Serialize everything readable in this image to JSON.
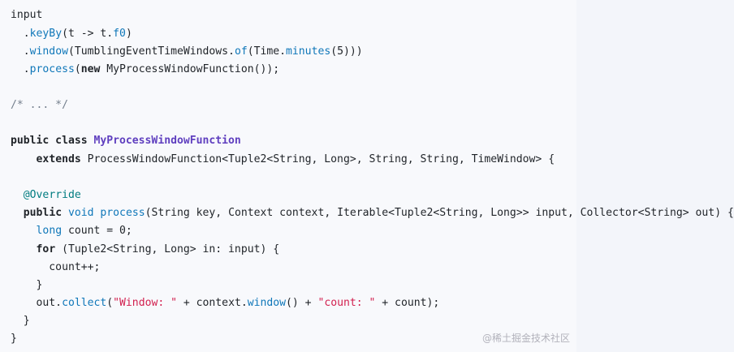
{
  "code": {
    "lines": [
      [
        {
          "t": "input",
          "c": "plain"
        }
      ],
      [
        {
          "t": "  .",
          "c": "plain"
        },
        {
          "t": "keyBy",
          "c": "fn"
        },
        {
          "t": "(t -> t.",
          "c": "plain"
        },
        {
          "t": "f0",
          "c": "fn"
        },
        {
          "t": ")",
          "c": "plain"
        }
      ],
      [
        {
          "t": "  .",
          "c": "plain"
        },
        {
          "t": "window",
          "c": "fn"
        },
        {
          "t": "(TumblingEventTimeWindows.",
          "c": "plain"
        },
        {
          "t": "of",
          "c": "fn"
        },
        {
          "t": "(Time.",
          "c": "plain"
        },
        {
          "t": "minutes",
          "c": "fn"
        },
        {
          "t": "(5)))",
          "c": "plain"
        }
      ],
      [
        {
          "t": "  .",
          "c": "plain"
        },
        {
          "t": "process",
          "c": "fn"
        },
        {
          "t": "(",
          "c": "plain"
        },
        {
          "t": "new",
          "c": "kw"
        },
        {
          "t": " MyProcessWindowFunction());",
          "c": "plain"
        }
      ],
      [],
      [
        {
          "t": "/* ... */",
          "c": "cmt"
        }
      ],
      [],
      [
        {
          "t": "public class ",
          "c": "kw"
        },
        {
          "t": "MyProcessWindowFunction",
          "c": "cls"
        }
      ],
      [
        {
          "t": "    ",
          "c": "plain"
        },
        {
          "t": "extends",
          "c": "kw"
        },
        {
          "t": " ProcessWindowFunction<Tuple2<String, Long>, String, String, TimeWindow> {",
          "c": "plain"
        }
      ],
      [],
      [
        {
          "t": "  ",
          "c": "plain"
        },
        {
          "t": "@Override",
          "c": "ann"
        }
      ],
      [
        {
          "t": "  ",
          "c": "plain"
        },
        {
          "t": "public ",
          "c": "kw"
        },
        {
          "t": "void",
          "c": "type"
        },
        {
          "t": " ",
          "c": "plain"
        },
        {
          "t": "process",
          "c": "fn"
        },
        {
          "t": "(String key, Context context, Iterable<Tuple2<String, Long>> input, Collector<String> out) {",
          "c": "plain"
        }
      ],
      [
        {
          "t": "    ",
          "c": "plain"
        },
        {
          "t": "long",
          "c": "type"
        },
        {
          "t": " count = 0;",
          "c": "plain"
        }
      ],
      [
        {
          "t": "    ",
          "c": "plain"
        },
        {
          "t": "for",
          "c": "kw"
        },
        {
          "t": " (Tuple2<String, Long> in: input) {",
          "c": "plain"
        }
      ],
      [
        {
          "t": "      count++;",
          "c": "plain"
        }
      ],
      [
        {
          "t": "    }",
          "c": "plain"
        }
      ],
      [
        {
          "t": "    out.",
          "c": "plain"
        },
        {
          "t": "collect",
          "c": "fn"
        },
        {
          "t": "(",
          "c": "plain"
        },
        {
          "t": "\"Window: \"",
          "c": "str"
        },
        {
          "t": " + context.",
          "c": "plain"
        },
        {
          "t": "window",
          "c": "fn"
        },
        {
          "t": "() + ",
          "c": "plain"
        },
        {
          "t": "\"count: \"",
          "c": "str"
        },
        {
          "t": " + count);",
          "c": "plain"
        }
      ],
      [
        {
          "t": "  }",
          "c": "plain"
        }
      ],
      [
        {
          "t": "}",
          "c": "plain"
        }
      ]
    ]
  },
  "watermark": {
    "text": "@稀土掘金技术社区"
  }
}
